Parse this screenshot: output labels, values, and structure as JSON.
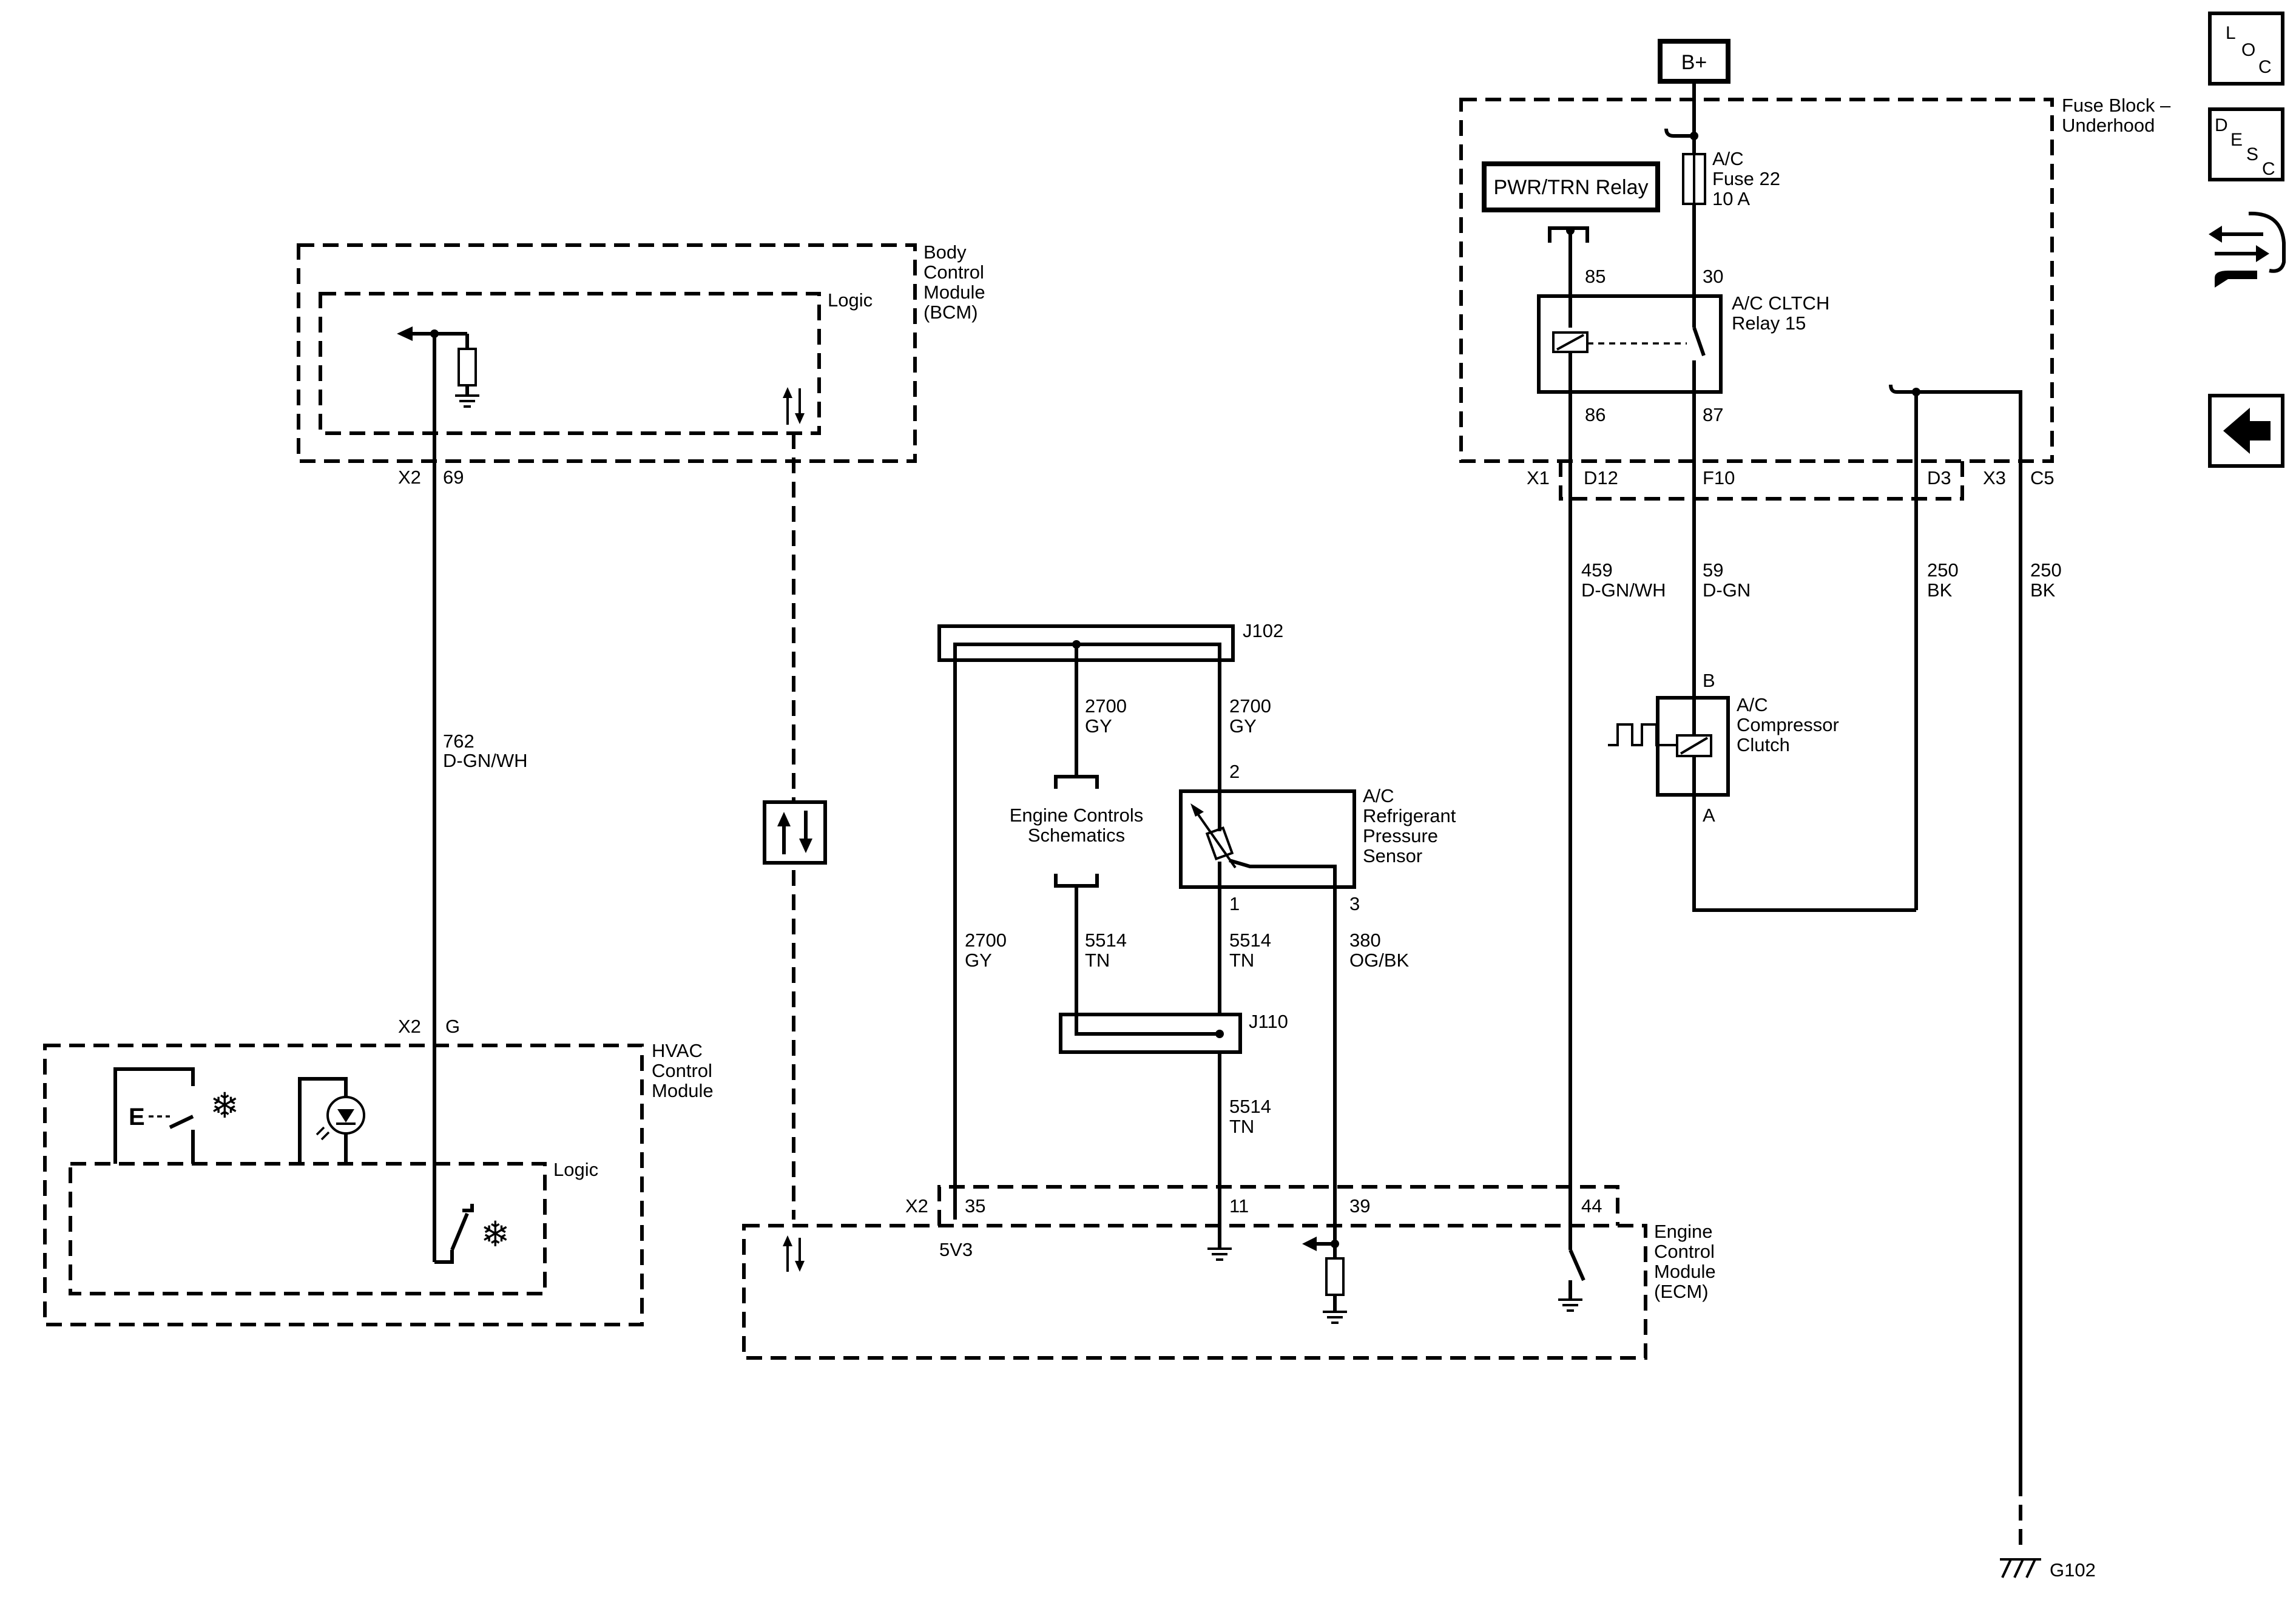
{
  "bcm": {
    "label_lines": [
      "Body",
      "Control",
      "Module",
      "(BCM)"
    ],
    "logic": "Logic",
    "conn": "X2",
    "pin": "69"
  },
  "hvac": {
    "label_lines": [
      "HVAC",
      "Control",
      "Module"
    ],
    "logic": "Logic",
    "conn": "X2",
    "pin": "G"
  },
  "ecm": {
    "label_lines": [
      "Engine",
      "Control",
      "Module",
      "(ECM)"
    ],
    "conn": "X2",
    "pin_35": "35",
    "pin_11": "11",
    "pin_39": "39",
    "pin_44": "44",
    "v5": "5V3"
  },
  "fuse_block": {
    "label_lines": [
      "Fuse Block –",
      "Underhood"
    ],
    "battery": "B+",
    "fuse_lines": [
      "A/C",
      "Fuse 22",
      "10 A"
    ],
    "pwr_relay": "PWR/TRN Relay",
    "relay_lines": [
      "A/C CLTCH",
      "Relay 15"
    ],
    "relay_pins": {
      "p85": "85",
      "p30": "30",
      "p86": "86",
      "p87": "87"
    },
    "x1": "X1",
    "d12": "D12",
    "f10": "F10",
    "d3": "D3",
    "x3": "X3",
    "c5": "C5"
  },
  "wires": {
    "w762": [
      "762",
      "D-GN/WH"
    ],
    "w459": [
      "459",
      "D-GN/WH"
    ],
    "w59": [
      "59",
      "D-GN"
    ],
    "w250a": [
      "250",
      "BK"
    ],
    "w250b": [
      "250",
      "BK"
    ],
    "w2700a": [
      "2700",
      "GY"
    ],
    "w2700b": [
      "2700",
      "GY"
    ],
    "w2700c": [
      "2700",
      "GY"
    ],
    "w5514a": [
      "5514",
      "TN"
    ],
    "w5514b": [
      "5514",
      "TN"
    ],
    "w5514c": [
      "5514",
      "TN"
    ],
    "w380": [
      "380",
      "OG/BK"
    ]
  },
  "splices": {
    "j102": "J102",
    "j110": "J110"
  },
  "engine_controls": [
    "Engine Controls",
    "Schematics"
  ],
  "sensor": {
    "label_lines": [
      "A/C",
      "Refrigerant",
      "Pressure",
      "Sensor"
    ],
    "pin2": "2",
    "pin1": "1",
    "pin3": "3"
  },
  "compressor": {
    "label_lines": [
      "A/C",
      "Compressor",
      "Clutch"
    ],
    "pinB": "B",
    "pinA": "A"
  },
  "ground": {
    "label": "G102"
  },
  "nav": {
    "loc": [
      "L",
      "O",
      "C"
    ],
    "desc": [
      "D",
      "E",
      "S",
      "C"
    ],
    "icons": [
      "connector-tool-icon",
      "back-arrow-icon"
    ]
  }
}
